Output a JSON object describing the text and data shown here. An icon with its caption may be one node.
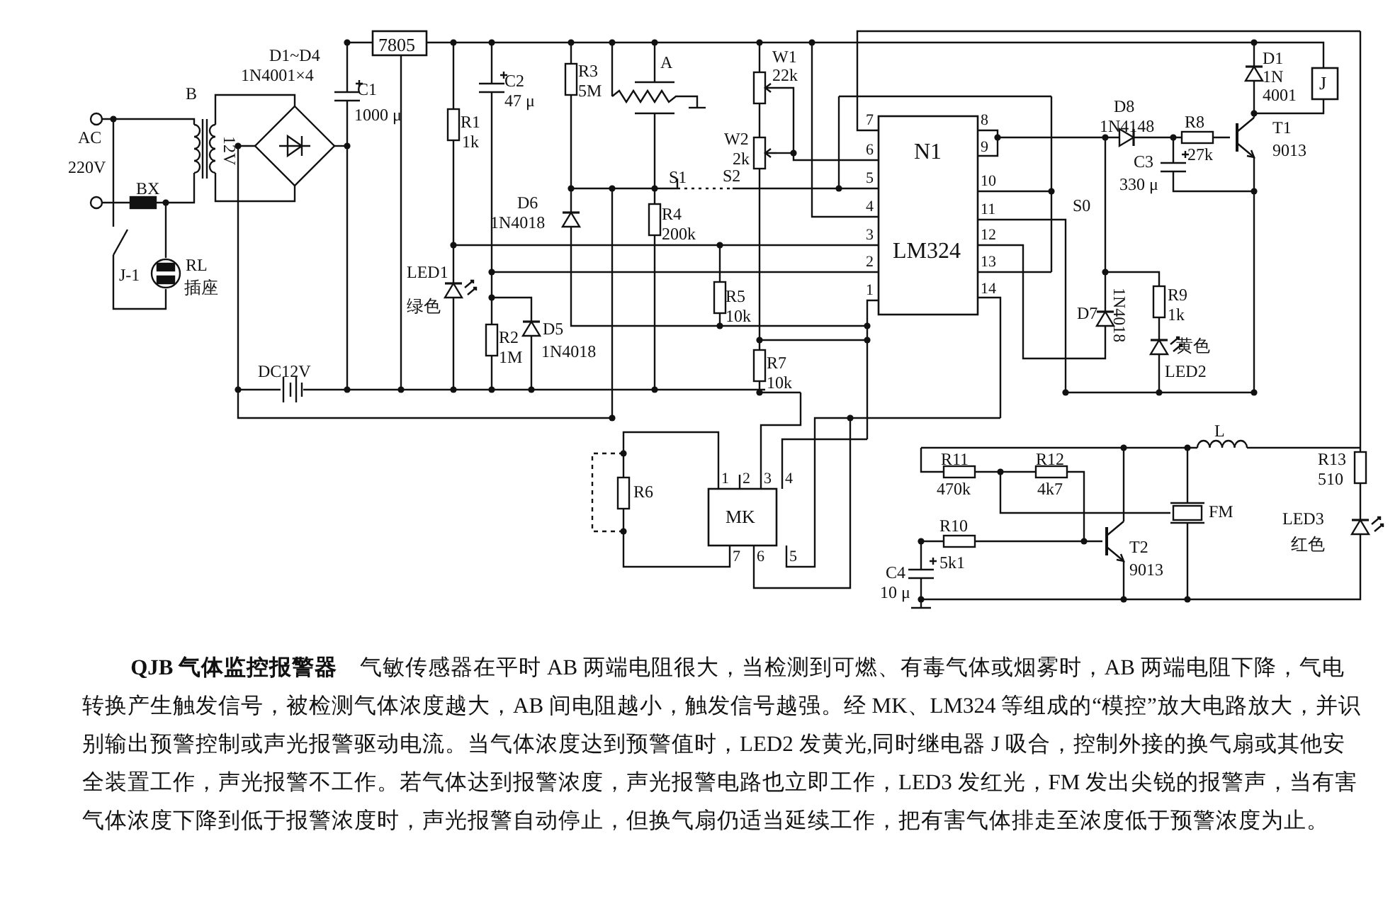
{
  "diagram": {
    "caption": "**QJB 气体监控报警器**　气敏传感器在平时 AB 两端电阻很大，当检测到可燃、有毒气体或烟雾时，AB 两端电阻下降，气电转换产生触发信号，被检测气体浓度越大，AB 间电阻越小，触发信号越强。经 MK、LM324 等组成的“模控”放大电路放大，并识别输出预警控制或声光报警驱动电流。当气体浓度达到预警值时，LED2 发黄光,同时继电器 J 吸合，控制外接的换气扇或其他安全装置工作，声光报警不工作。若气体达到报警浓度，声光报警电路也立即工作，LED3 发红光，FM 发出尖锐的报警声，当有害气体浓度下降到低于报警浓度时，声光报警自动停止，但换气扇仍适当延续工作，把有害气体排走至浓度低于预警浓度为止。",
    "labels": [
      "D1~D4",
      "7805",
      "1N4001×4",
      "B",
      "AC",
      "220V",
      "12V",
      "C1",
      "1000 μ",
      "BX",
      "J-1",
      "RL",
      "插座",
      "R1",
      "1k",
      "C2",
      "47 μ",
      "R3",
      "5M",
      "A",
      "W1",
      "22k",
      "W2",
      "2k",
      "S1",
      "S2",
      "D6",
      "1N4018",
      "R4",
      "200k",
      "R5",
      "10k",
      "LED1",
      "绿色",
      "R2",
      "1M",
      "D5",
      "1N4018",
      "R7",
      "10k",
      "DC12V",
      "7",
      "8",
      "6",
      "N1",
      "9",
      "5",
      "10",
      "4",
      "11",
      "3",
      "LM324",
      "12",
      "2",
      "13",
      "1",
      "14",
      "S0",
      "D8",
      "1N4148",
      "R8",
      "27k",
      "D1",
      "1N 4001",
      "J",
      "T1",
      "9013",
      "C3",
      "330 μ",
      "D7",
      "1N4018",
      "R9",
      "1k",
      "黄色",
      "LED2",
      "L",
      "R11",
      "R12",
      "R13",
      "R6",
      "1",
      "2",
      "3",
      "4",
      "470k",
      "4k7",
      "510",
      "MK",
      "R10",
      "FM",
      "LED3",
      "7",
      "6",
      "5",
      "T2",
      "红色",
      "C4",
      "5k1",
      "9013",
      "10 μ"
    ]
  }
}
